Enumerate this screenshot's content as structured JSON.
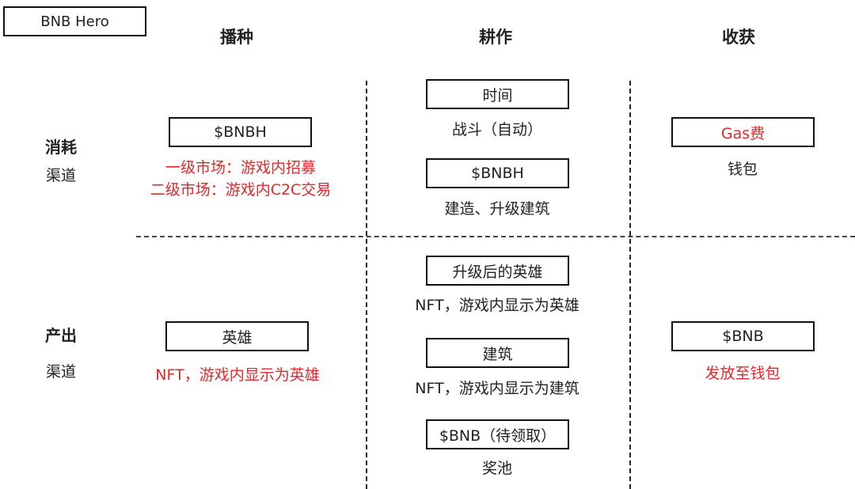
{
  "tag": "BNB Hero",
  "columns": {
    "sow": "播种",
    "cultivate": "耕作",
    "harvest": "收获"
  },
  "rows": {
    "consume": {
      "title": "消耗",
      "subtitle": "渠道"
    },
    "produce": {
      "title": "产出",
      "subtitle": "渠道"
    }
  },
  "consume": {
    "sow": {
      "box": "$BNBH",
      "notes": [
        "一级市场：游戏内招募",
        "二级市场：游戏内C2C交易"
      ]
    },
    "cultivate": [
      {
        "box": "时间",
        "note": "战斗（自动）"
      },
      {
        "box": "$BNBH",
        "note": "建造、升级建筑"
      }
    ],
    "harvest": {
      "box": "Gas费",
      "note": "钱包"
    }
  },
  "produce": {
    "sow": {
      "box": "英雄",
      "note": "NFT，游戏内显示为英雄"
    },
    "cultivate": [
      {
        "box": "升级后的英雄",
        "note": "NFT，游戏内显示为英雄"
      },
      {
        "box": "建筑",
        "note": "NFT，游戏内显示为建筑"
      },
      {
        "box": "$BNB（待领取）",
        "note": "奖池"
      }
    ],
    "harvest": {
      "box": "$BNB",
      "note": "发放至钱包"
    }
  },
  "colors": {
    "highlight": "#e8262b",
    "border": "#111111",
    "text": "#222222"
  }
}
